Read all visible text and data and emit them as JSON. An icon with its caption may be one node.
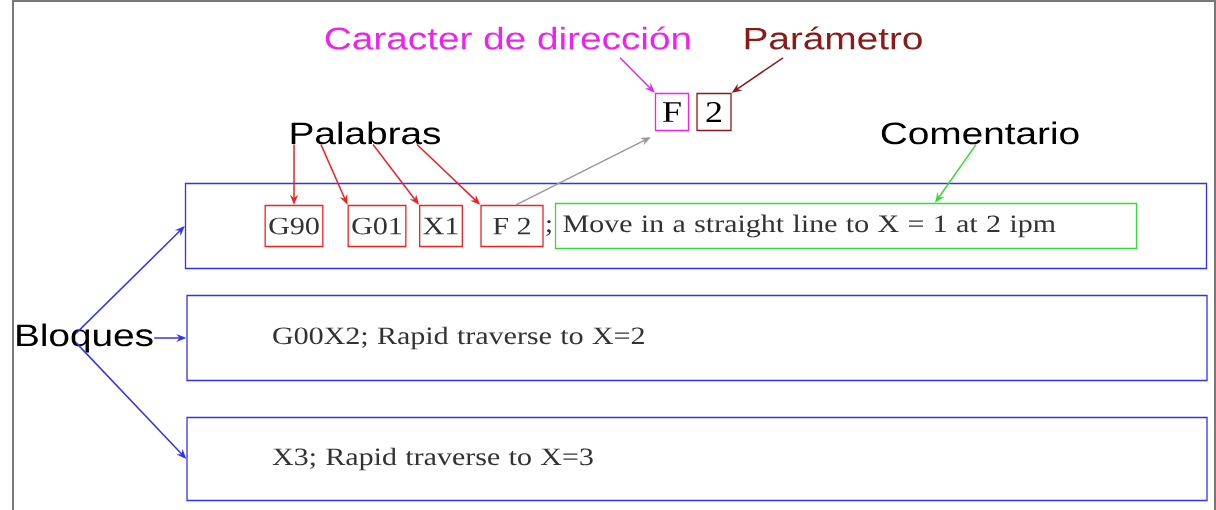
{
  "diagram": {
    "nodes": [
      {
        "text": [],
        "shape": "box"
      },
      {
        "text": [
          "G90"
        ],
        "in": 0
      },
      {
        "text": [
          "G01"
        ],
        "in": 0
      },
      {
        "text": [
          "X1"
        ],
        "in": 0
      },
      {
        "text": [
          "F 2"
        ],
        "in": 0
      },
      {
        "text": [
          "Move in a straight line to X = 1 at 2 ipm"
        ],
        "in": 0
      },
      {
        "text": [
          "G00X2; Rapid traverse to X=2"
        ]
      },
      {
        "text": [
          "X3; Rapid traverse to X=3"
        ]
      },
      {
        "text": [
          "Palabras"
        ]
      },
      {
        "text": [
          "Comentario"
        ]
      },
      {
        "text": [
          "Bloques"
        ]
      },
      {
        "text": [
          "F"
        ]
      },
      {
        "text": [
          "2"
        ]
      },
      {
        "text": [
          "Caracter de dirección"
        ]
      },
      {
        "text": [
          "Parámetro"
        ]
      }
    ],
    "edges": [
      {
        "from": 8,
        "to": 1,
        "arrow": "to",
        "color": "#ee2222"
      },
      {
        "from": 8,
        "to": 2,
        "arrow": "to",
        "color": "#ee2222"
      },
      {
        "from": 8,
        "to": 3,
        "arrow": "to",
        "color": "#ee2222"
      },
      {
        "from": 8,
        "to": 4,
        "arrow": "to",
        "color": "#ee2222"
      },
      {
        "from": 4,
        "to": 11,
        "arrow": "to",
        "color": "#999999"
      },
      {
        "from": 9,
        "to": 5,
        "arrow": "to",
        "color": "#33dd33"
      },
      {
        "from": 10,
        "to": 0,
        "arrow": "to",
        "color": "#3333ee"
      },
      {
        "from": 10,
        "to": 6,
        "arrow": "to",
        "color": "#3333ee"
      },
      {
        "from": 10,
        "to": 7,
        "arrow": "to",
        "color": "#3333ee"
      },
      {
        "from": 13,
        "to": 11,
        "arrow": "to",
        "color": "#ee22ee"
      },
      {
        "from": 14,
        "to": 12,
        "arrow": "to",
        "color": "#8b1a1a"
      }
    ],
    "labels": [
      ";"
    ]
  }
}
